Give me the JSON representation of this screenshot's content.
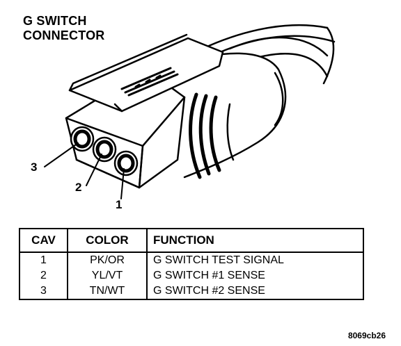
{
  "title": {
    "line1": "G SWITCH",
    "line2": "CONNECTOR"
  },
  "pin_labels": {
    "pin1": "1",
    "pin2": "2",
    "pin3": "3"
  },
  "table": {
    "headers": {
      "cav": "CAV",
      "color": "COLOR",
      "function": "FUNCTION"
    },
    "rows": [
      {
        "cav": "1",
        "color": "PK/OR",
        "function": "G SWITCH TEST SIGNAL"
      },
      {
        "cav": "2",
        "color": "YL/VT",
        "function": "G SWITCH #1 SENSE"
      },
      {
        "cav": "3",
        "color": "TN/WT",
        "function": "G SWITCH #2 SENSE"
      }
    ]
  },
  "figure_id": "8069cb26"
}
